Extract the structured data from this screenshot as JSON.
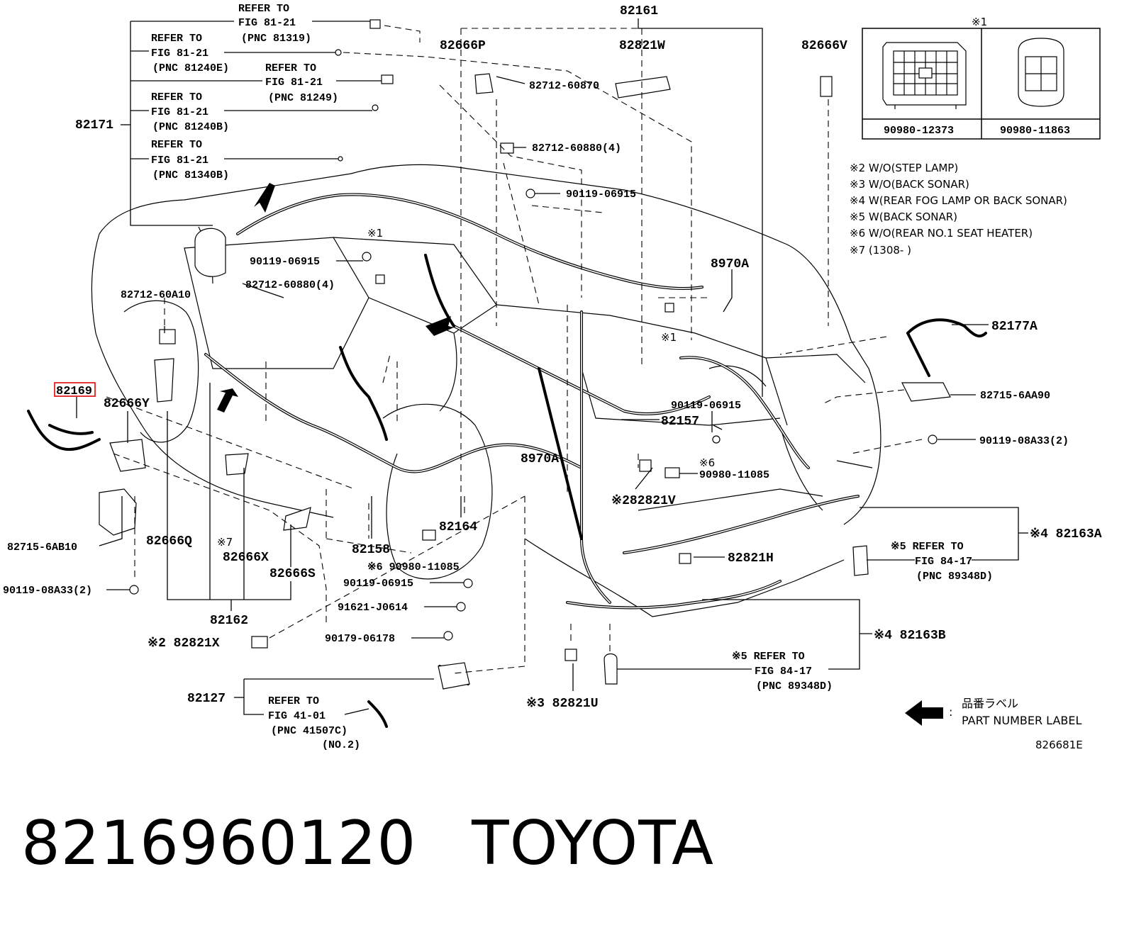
{
  "refer_notes": [
    {
      "line1": "REFER TO",
      "line2": "FIG 81-21",
      "line3": "(PNC 81319)"
    },
    {
      "line1": "REFER TO",
      "line2": "FIG 81-21",
      "line3": "(PNC 81240E)"
    },
    {
      "line1": "REFER TO",
      "line2": "FIG 81-21",
      "line3": "(PNC 81249)"
    },
    {
      "line1": "REFER TO",
      "line2": "FIG 81-21",
      "line3": "(PNC 81240B)"
    },
    {
      "line1": "REFER TO",
      "line2": "FIG 81-21",
      "line3": "(PNC 81340B)"
    },
    {
      "line1": "※5 REFER TO",
      "line2": "FIG 84-17",
      "line3": "(PNC 89348D)"
    },
    {
      "line1": "※5 REFER TO",
      "line2": "FIG 84-17",
      "line3": "(PNC 89348D)"
    },
    {
      "line1": "REFER TO",
      "line2": "FIG 41-01",
      "line3": "(PNC 41507C)",
      "line4": "(NO.2)"
    }
  ],
  "part_labels": {
    "p82161": "82161",
    "p82821W": "82821W",
    "p82666V": "82666V",
    "p82666P": "82666P",
    "p82171": "82171",
    "p8271260870": "82712-60870",
    "p8271260880_4a": "82712-60880(4)",
    "p9011906915a": "90119-06915",
    "p9011906915b": "90119-06915",
    "p8271260880_4b": "82712-60880(4)",
    "p8271260A10": "82712-60A10",
    "p8970A_a": "8970A",
    "p82177A": "82177A",
    "p82169": "82169",
    "p82666Y": "82666Y",
    "p827156AA90": "82715-6AA90",
    "p9011908A33_2a": "90119-08A33(2)",
    "p9011906915c": "90119-06915",
    "p82157": "82157",
    "p8970A_b": "8970A",
    "p9098011085a": "90980-11085",
    "p82821V": "※282821V",
    "p82163A": "※4 82163A",
    "p827156AB10": "82715-6AB10",
    "p82666Q": "82666Q",
    "p82666X": "82666X",
    "p82666S": "82666S",
    "p82158": "82158",
    "p82164": "82164",
    "p82821H": "82821H",
    "p9011908A33_2b": "90119-08A33(2)",
    "p9098011085b": "※6 90980-11085",
    "p9011906915d": "90119-06915",
    "p91621J0614": "91621-J0614",
    "p82162": "82162",
    "p82821X": "※2 82821X",
    "p9017906178": "90179-06178",
    "p82163B": "※4 82163B",
    "p82127": "82127",
    "p82821U": "※3 82821U"
  },
  "marks": {
    "m1a": "※1",
    "m1b": "※1",
    "m6": "※6",
    "m7": "※7"
  },
  "connector_box": {
    "marker": "※1",
    "left_part": "90980-12373",
    "right_part": "90980-11863"
  },
  "notes": [
    "※2 W/O(STEP LAMP)",
    "※3 W/O(BACK SONAR)",
    "※4 W(REAR FOG LAMP OR BACK SONAR)",
    "※5 W(BACK SONAR)",
    "※6 W/O(REAR NO.1 SEAT HEATER)",
    "※7 (1308-      )"
  ],
  "legend": {
    "jp": "品番ラベル",
    "en": "PART NUMBER LABEL",
    "separator": ":"
  },
  "figure_code": "826681E",
  "caption": {
    "part_number": "8216960120",
    "brand": "TOYOTA"
  },
  "highlight_color": "#e02020"
}
